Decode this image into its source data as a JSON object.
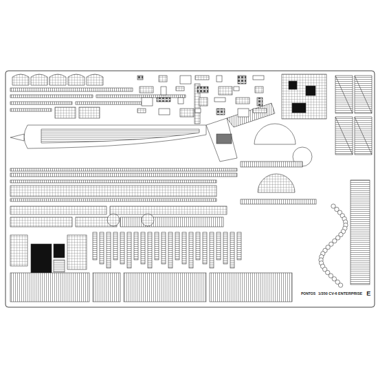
{
  "diagram": {
    "labels": [
      "PONTOS",
      "1/350 CV-6 ENTERPRISE",
      "E"
    ]
  }
}
